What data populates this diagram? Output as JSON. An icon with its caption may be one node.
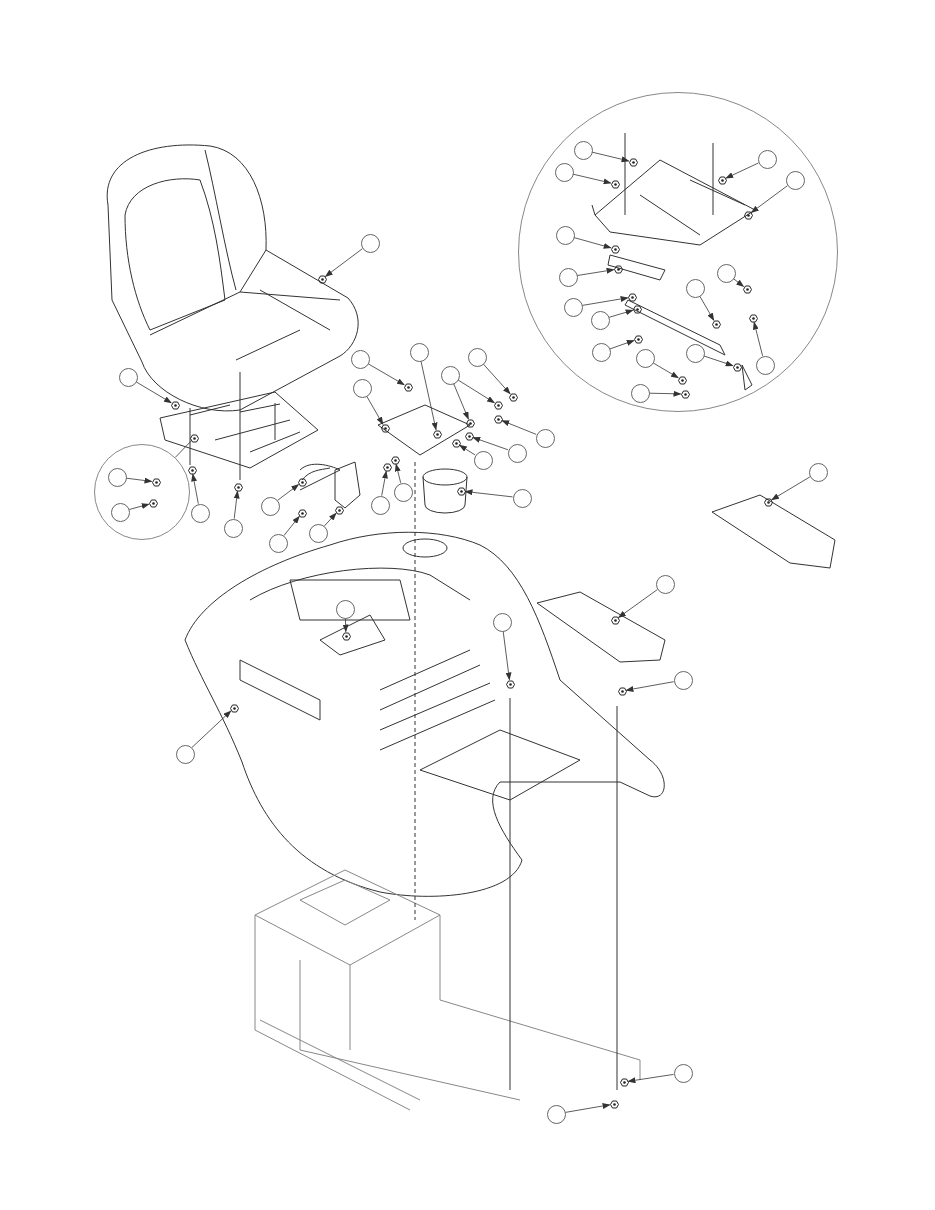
{
  "diagram": {
    "nodes": [
      {
        "text": [],
        "shape": "circle"
      },
      {
        "text": [],
        "shape": "circle",
        "in": 0
      },
      {
        "text": [],
        "shape": "circle",
        "in": 0
      },
      {
        "text": [],
        "shape": "circle",
        "in": 0
      },
      {
        "text": [],
        "shape": "circle",
        "in": 0
      },
      {
        "text": [],
        "shape": "circle",
        "in": 0
      },
      {
        "text": [],
        "shape": "circle",
        "in": 0
      },
      {
        "text": [],
        "shape": "circle",
        "in": 0
      },
      {
        "text": [],
        "shape": "circle",
        "in": 0
      },
      {
        "text": [],
        "shape": "circle",
        "in": 0
      },
      {
        "text": [],
        "shape": "circle",
        "in": 0
      },
      {
        "text": [],
        "shape": "circle",
        "in": 0
      },
      {
        "text": [],
        "shape": "circle",
        "in": 0
      },
      {
        "text": [],
        "shape": "circle",
        "in": 0
      },
      {
        "text": [],
        "shape": "circle",
        "in": 0
      },
      {
        "text": [],
        "shape": "circle",
        "in": 0
      },
      {
        "text": [],
        "shape": "circle"
      },
      {
        "text": [],
        "shape": "circle"
      },
      {
        "text": [],
        "shape": "circle"
      },
      {
        "text": [],
        "shape": "circle"
      },
      {
        "text": [],
        "shape": "circle"
      },
      {
        "text": [],
        "shape": "circle"
      },
      {
        "text": [],
        "shape": "circle"
      },
      {
        "text": [],
        "shape": "circle"
      },
      {
        "text": [],
        "shape": "circle"
      },
      {
        "text": [],
        "shape": "circle"
      },
      {
        "text": [],
        "shape": "circle"
      },
      {
        "text": [],
        "shape": "circle"
      },
      {
        "text": [],
        "shape": "circle",
        "in": 27
      },
      {
        "text": [],
        "shape": "circle",
        "in": 27
      },
      {
        "text": [],
        "shape": "circle"
      },
      {
        "text": [],
        "shape": "circle"
      },
      {
        "text": [],
        "shape": "circle"
      },
      {
        "text": [],
        "shape": "circle"
      },
      {
        "text": [],
        "shape": "circle"
      },
      {
        "text": [],
        "shape": "circle"
      },
      {
        "text": [],
        "shape": "circle"
      },
      {
        "text": [],
        "shape": "circle"
      },
      {
        "text": [],
        "shape": "circle"
      },
      {
        "text": [],
        "shape": "circle"
      },
      {
        "text": [],
        "shape": "circle"
      },
      {
        "text": [],
        "shape": "circle"
      },
      {
        "text": [],
        "shape": "circle"
      },
      {
        "text": [],
        "shape": "circle"
      },
      {
        "text": [],
        "shape": "circle"
      },
      {
        "text": [],
        "shape": "picture",
        "in": 0
      },
      {
        "text": [],
        "shape": "picture",
        "in": 0
      },
      {
        "text": [],
        "shape": "picture",
        "in": 0
      },
      {
        "text": [],
        "shape": "picture",
        "in": 0
      },
      {
        "text": [],
        "shape": "picture",
        "in": 0
      },
      {
        "text": [],
        "shape": "picture",
        "in": 0
      },
      {
        "text": [],
        "shape": "picture",
        "in": 0
      },
      {
        "text": [],
        "shape": "picture",
        "in": 0
      },
      {
        "text": [],
        "shape": "picture",
        "in": 0
      },
      {
        "text": [],
        "shape": "picture",
        "in": 0
      },
      {
        "text": [],
        "shape": "picture",
        "in": 0
      },
      {
        "text": [],
        "shape": "picture",
        "in": 0
      },
      {
        "text": [],
        "shape": "picture",
        "in": 0
      },
      {
        "text": [],
        "shape": "picture",
        "in": 0
      },
      {
        "text": [],
        "shape": "picture",
        "in": 0
      },
      {
        "text": [],
        "shape": "picture"
      },
      {
        "text": [],
        "shape": "picture"
      },
      {
        "text": [],
        "shape": "picture"
      },
      {
        "text": [],
        "shape": "picture"
      },
      {
        "text": [],
        "shape": "picture"
      },
      {
        "text": [],
        "shape": "picture"
      },
      {
        "text": [],
        "shape": "picture"
      },
      {
        "text": [],
        "shape": "picture"
      },
      {
        "text": [],
        "shape": "picture"
      },
      {
        "text": [],
        "shape": "picture"
      },
      {
        "text": [],
        "shape": "picture"
      },
      {
        "text": [],
        "shape": "picture"
      },
      {
        "text": [],
        "shape": "picture",
        "in": 27
      },
      {
        "text": [],
        "shape": "picture",
        "in": 27
      },
      {
        "text": [],
        "shape": "picture"
      },
      {
        "text": [],
        "shape": "picture"
      },
      {
        "text": [],
        "shape": "picture"
      },
      {
        "text": [],
        "shape": "picture"
      },
      {
        "text": [],
        "shape": "picture"
      },
      {
        "text": [],
        "shape": "picture"
      },
      {
        "text": [],
        "shape": "picture"
      },
      {
        "text": [],
        "shape": "picture"
      },
      {
        "text": [],
        "shape": "picture"
      },
      {
        "text": [],
        "shape": "picture"
      },
      {
        "text": [],
        "shape": "picture"
      },
      {
        "text": [],
        "shape": "picture"
      },
      {
        "text": [],
        "shape": "picture"
      },
      {
        "text": [],
        "shape": "picture"
      },
      {
        "text": [],
        "shape": "picture"
      },
      {
        "text": [],
        "shape": "picture"
      }
    ],
    "edges": [
      {
        "from": 1,
        "to": 45,
        "arrow": "to"
      },
      {
        "from": 2,
        "to": 46,
        "arrow": "to"
      },
      {
        "from": 3,
        "to": 47,
        "arrow": "to"
      },
      {
        "from": 4,
        "to": 48,
        "arrow": "to"
      },
      {
        "from": 5,
        "to": 49,
        "arrow": "to"
      },
      {
        "from": 6,
        "to": 50,
        "arrow": "to"
      },
      {
        "from": 7,
        "to": 51,
        "arrow": "to"
      },
      {
        "from": 8,
        "to": 52,
        "arrow": "to"
      },
      {
        "from": 9,
        "to": 53,
        "arrow": "to"
      },
      {
        "from": 10,
        "to": 54,
        "arrow": "to"
      },
      {
        "from": 11,
        "to": 55,
        "arrow": "to"
      },
      {
        "from": 12,
        "to": 56,
        "arrow": "to"
      },
      {
        "from": 13,
        "to": 57,
        "arrow": "to"
      },
      {
        "from": 14,
        "to": 58,
        "arrow": "to"
      },
      {
        "from": 15,
        "to": 59,
        "arrow": "to"
      },
      {
        "from": 16,
        "to": 60,
        "arrow": "to"
      },
      {
        "from": 17,
        "to": 61,
        "arrow": "to"
      },
      {
        "from": 18,
        "to": 62,
        "arrow": "to"
      },
      {
        "from": 19,
        "to": 63,
        "arrow": "to"
      },
      {
        "from": 20,
        "to": 64,
        "arrow": "to"
      },
      {
        "from": 20,
        "to": 65,
        "arrow": "to"
      },
      {
        "from": 21,
        "to": 66,
        "arrow": "to"
      },
      {
        "from": 22,
        "to": 67,
        "arrow": "to"
      },
      {
        "from": 23,
        "to": 68,
        "arrow": "to"
      },
      {
        "from": 24,
        "to": 69,
        "arrow": "to"
      },
      {
        "from": 25,
        "to": 70,
        "arrow": "to"
      },
      {
        "from": 26,
        "to": 71,
        "arrow": "to"
      },
      {
        "from": 28,
        "to": 72,
        "arrow": "to"
      },
      {
        "from": 29,
        "to": 73,
        "arrow": "to"
      },
      {
        "from": 30,
        "to": 74,
        "arrow": "to"
      },
      {
        "from": 31,
        "to": 75,
        "arrow": "to"
      },
      {
        "from": 32,
        "to": 76,
        "arrow": "to"
      },
      {
        "from": 33,
        "to": 77,
        "arrow": "to"
      },
      {
        "from": 34,
        "to": 78,
        "arrow": "to"
      },
      {
        "from": 35,
        "to": 79,
        "arrow": "to"
      },
      {
        "from": 36,
        "to": 80,
        "arrow": "to"
      },
      {
        "from": 37,
        "to": 81,
        "arrow": "to"
      },
      {
        "from": 38,
        "to": 82,
        "arrow": "to"
      },
      {
        "from": 39,
        "to": 83,
        "arrow": "to"
      },
      {
        "from": 40,
        "to": 84,
        "arrow": "to"
      },
      {
        "from": 41,
        "to": 85,
        "arrow": "to"
      },
      {
        "from": 42,
        "to": 86,
        "arrow": "to"
      },
      {
        "from": 43,
        "to": 87,
        "arrow": "to"
      },
      {
        "from": 44,
        "to": 88,
        "arrow": "to"
      },
      {
        "from": 27,
        "to": 89,
        "arrow": "none"
      }
    ]
  }
}
